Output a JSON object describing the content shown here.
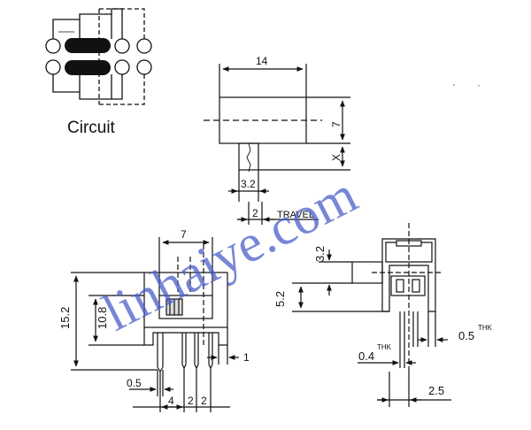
{
  "circuit": {
    "label": "Circuit"
  },
  "top_view": {
    "width_dim": "14",
    "height_dim": "7",
    "x_dim": "X",
    "actuator_dim": "3.2",
    "travel_dim": "2",
    "travel_label": "TRAVEL"
  },
  "front_view": {
    "width_dim": "7",
    "height_dim": "15.2",
    "body_dim": "10.8",
    "pin_dim": "0.5",
    "pin_pitch_a": "4",
    "pin_pitch_b": "2",
    "pin_pitch_c": "2",
    "side_dim": "1"
  },
  "side_view": {
    "actuator_dim": "3.2",
    "height_dim": "5.2",
    "thickness_a": "0.4",
    "thickness_a_sup": "THK",
    "thickness_b": "0.5",
    "thickness_b_sup": "THK",
    "pitch_dim": "2.5"
  },
  "watermark": {
    "text": "linhaiye.com"
  },
  "colors": {
    "line": "#111111",
    "watermark": "#4a5ec9",
    "background": "#ffffff"
  }
}
